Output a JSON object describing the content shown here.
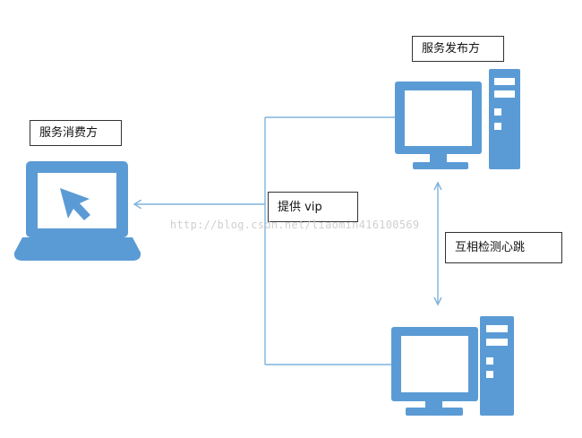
{
  "labels": {
    "provider": "服务发布方",
    "consumer": "服务消费方",
    "vip": "提供 vip",
    "heartbeat": "互相检测心跳"
  },
  "watermark": "http://blog.csdn.net/liaomin416100569",
  "colors": {
    "device_blue": "#5b9bd5",
    "connector_line": "#7fb3de",
    "box_border": "#333333"
  },
  "icons": {
    "provider_top": "desktop-computer-icon",
    "provider_bottom": "desktop-computer-icon",
    "consumer": "laptop-cursor-icon"
  }
}
